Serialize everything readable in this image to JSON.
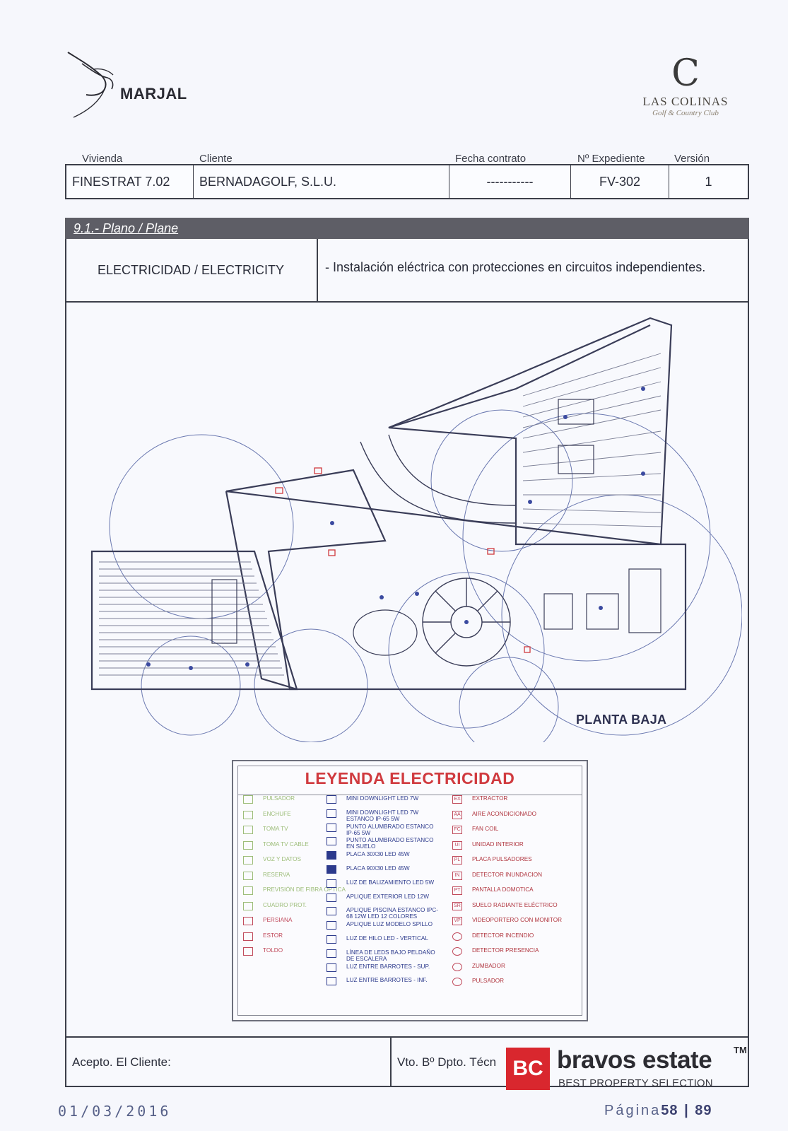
{
  "header": {
    "left_logo": "MARJAL",
    "right_logo_letter": "C",
    "right_logo_name": "LAS COLINAS",
    "right_logo_sub": "Golf & Country Club"
  },
  "info": {
    "labels": [
      "Vivienda",
      "Cliente",
      "Fecha contrato",
      "Nº Expediente",
      "Versión"
    ],
    "values": [
      "FINESTRAT 7.02",
      "BERNADAGOLF, S.L.U.",
      "-----------",
      "FV-302",
      "1"
    ]
  },
  "section": {
    "title": "9.1.- Plano / Plane",
    "category": "ELECTRICIDAD / ELECTRICITY",
    "description": "- Instalación eléctrica con protecciones en circuitos independientes."
  },
  "plan": {
    "floor_label": "PLANTA BAJA"
  },
  "legend": {
    "title": "LEYENDA ELECTRICIDAD",
    "col1": [
      {
        "icon": "pulsador-icon",
        "text": "PULSADOR"
      },
      {
        "icon": "enchufe-icon",
        "text": "ENCHUFE"
      },
      {
        "icon": "toma-tv-icon",
        "text": "TOMA TV"
      },
      {
        "icon": "toma-tv-cable-icon",
        "text": "TOMA TV CABLE"
      },
      {
        "icon": "voz-datos-icon",
        "text": "VOZ Y DATOS"
      },
      {
        "icon": "reserva-icon",
        "text": "RESERVA"
      },
      {
        "icon": "fibra-icon",
        "text": "PREVISIÓN DE FIBRA ÓPTICA"
      },
      {
        "icon": "cuadro-icon",
        "text": "CUADRO PROT."
      },
      {
        "icon": "persiana-icon",
        "text": "PERSIANA"
      },
      {
        "icon": "estor-icon",
        "text": "ESTOR"
      },
      {
        "icon": "toldo-icon",
        "text": "TOLDO"
      }
    ],
    "col2": [
      {
        "icon": "downlight-icon",
        "text": "MINI DOWNLIGHT LED 7W"
      },
      {
        "icon": "downlight-estanco-icon",
        "text": "MINI DOWNLIGHT LED 7W ESTANCO IP-65 5W"
      },
      {
        "icon": "punto-alumbrado-icon",
        "text": "PUNTO ALUMBRADO ESTANCO IP-65 5W"
      },
      {
        "icon": "punto-suelo-icon",
        "text": "PUNTO ALUMBRADO ESTANCO EN SUELO"
      },
      {
        "icon": "placa-30-icon",
        "text": "PLACA 30X30 LED 45W"
      },
      {
        "icon": "placa-90-icon",
        "text": "PLACA 90X30 LED 45W"
      },
      {
        "icon": "balizamiento-icon",
        "text": "LUZ DE BALIZAMIENTO LED 5W"
      },
      {
        "icon": "aplique-exterior-icon",
        "text": "APLIQUE EXTERIOR LED 12W"
      },
      {
        "icon": "aplique-piscina-icon",
        "text": "APLIQUE PISCINA ESTANCO IPC-68 12W LED 12 COLORES"
      },
      {
        "icon": "aplique-spillo-icon",
        "text": "APLIQUE LUZ MODELO SPILLO"
      },
      {
        "icon": "hilo-led-icon",
        "text": "LUZ DE HILO LED - VERTICAL"
      },
      {
        "icon": "linea-leds-icon",
        "text": "LÍNEA DE LEDS BAJO PELDAÑO DE ESCALERA"
      },
      {
        "icon": "barrotes-sup-icon",
        "text": "LUZ ENTRE BARROTES - SUP."
      },
      {
        "icon": "barrotes-inf-icon",
        "text": "LUZ ENTRE BARROTES - INF."
      }
    ],
    "col3": [
      {
        "icon": "extractor-icon",
        "code": "EX",
        "text": "EXTRACTOR"
      },
      {
        "icon": "aire-icon",
        "code": "AA",
        "text": "AIRE ACONDICIONADO"
      },
      {
        "icon": "fancoil-icon",
        "code": "FC",
        "text": "FAN COIL"
      },
      {
        "icon": "unidad-interior-icon",
        "code": "UI",
        "text": "UNIDAD INTERIOR"
      },
      {
        "icon": "placa-pulsadores-icon",
        "code": "PL",
        "text": "PLACA PULSADORES"
      },
      {
        "icon": "inundacion-icon",
        "code": "IN",
        "text": "DETECTOR INUNDACION"
      },
      {
        "icon": "domotica-icon",
        "code": "PT",
        "text": "PANTALLA DOMOTICA"
      },
      {
        "icon": "suelo-radiante-icon",
        "code": "SR",
        "text": "SUELO RADIANTE ELÉCTRICO"
      },
      {
        "icon": "videoportero-icon",
        "code": "VP",
        "text": "VIDEOPORTERO CON MONITOR"
      },
      {
        "icon": "incendio-icon",
        "code": "",
        "text": "DETECTOR INCENDIO"
      },
      {
        "icon": "presencia-icon",
        "code": "",
        "text": "DETECTOR PRESENCIA"
      },
      {
        "icon": "zumbador-icon",
        "code": "",
        "text": "ZUMBADOR"
      },
      {
        "icon": "pulsador-red-icon",
        "code": "",
        "text": "PULSADOR"
      }
    ]
  },
  "signatures": {
    "client": "Acepto. El Cliente:",
    "tech": "Vto. Bº Dpto. Técn"
  },
  "watermark": {
    "badge": "BC",
    "name": "bravos estate",
    "tm": "TM",
    "tagline": "BEST PROPERTY SELECTION"
  },
  "footer": {
    "date": "01/03/2016",
    "page_word": "Página",
    "page_num": "58",
    "page_sep": "|",
    "page_total": "89"
  },
  "colors": {
    "legend_title": "#d03a3f",
    "plan_lines": "#3a3d58",
    "circuit_lines": "#5a6aa8",
    "bravos_red": "#d9272e"
  }
}
